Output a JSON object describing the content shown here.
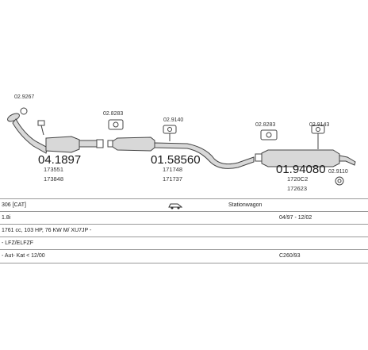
{
  "parts": {
    "clamp_a": "02.9267",
    "cat_number": "04.1897",
    "cat_ref1": "173551",
    "cat_ref2": "173848",
    "clamp_b": "02.8283",
    "mid_number": "01.58560",
    "mid_ref1": "171748",
    "mid_ref2": "171737",
    "clamp_c": "02.9140",
    "clamp_d": "02.8283",
    "clamp_e": "02.9143",
    "rear_number": "01.94080",
    "rear_ref1": "1720C2",
    "rear_ref2": "172623",
    "clamp_f": "02.9110"
  },
  "info": {
    "model": "306 [CAT]",
    "body_type": "Stationwagon",
    "engine": "1.8i",
    "years": "04/97 - 12/02",
    "spec": "1761 cc, 103 HP, 76 KW M/ XU7JP -",
    "engine_code": "- LFZ/ELFZF",
    "cat_note": "- Aut- Kat < 12/00",
    "code": "C260/93"
  },
  "colors": {
    "line": "#444444",
    "part_fill": "#d8d8d8",
    "grid": "#999999"
  }
}
